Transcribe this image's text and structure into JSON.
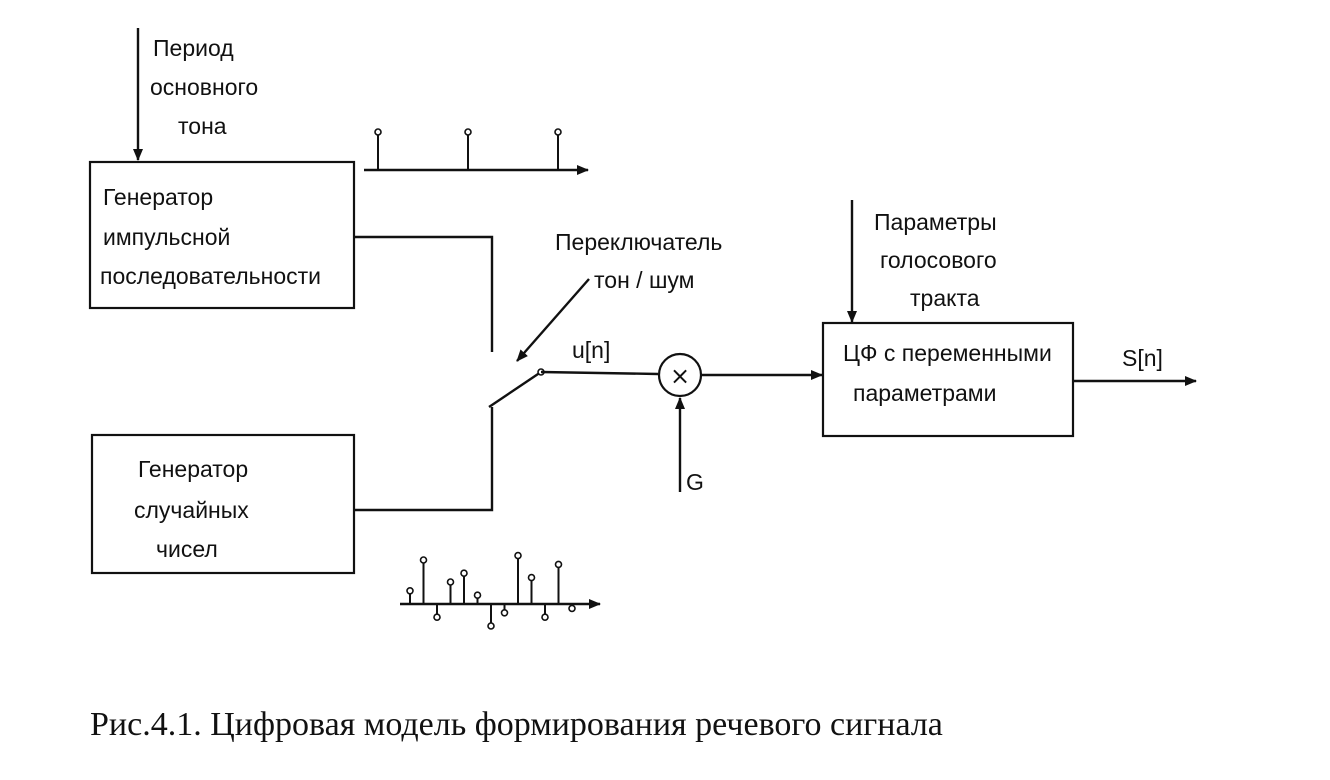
{
  "labels": {
    "pitch_period": [
      "Период",
      "основного",
      "тона"
    ],
    "impulse_generator": [
      "Генератор",
      "импульсной",
      "последовательности"
    ],
    "switch": [
      "Переключатель",
      "тон / шум"
    ],
    "vocal_tract_params": [
      "Параметры",
      "голосового",
      "тракта"
    ],
    "noise_generator": [
      "Генератор",
      "случайных",
      "чисел"
    ],
    "filter": [
      "ЦФ с переменными",
      "параметрами"
    ],
    "u_signal": "u[n]",
    "s_signal": "S[n]",
    "gain": "G",
    "multiplier_symbol": "×"
  },
  "caption": "Рис.4.1. Цифровая модель формирования речевого сигнала",
  "impulse_train": [
    1,
    0,
    1,
    0,
    1
  ],
  "noise_samples": [
    0.3,
    1.0,
    -0.3,
    0.5,
    0.7,
    0.2,
    -0.5,
    -0.2,
    1.1,
    0.6,
    -0.3,
    0.9,
    -0.1
  ]
}
